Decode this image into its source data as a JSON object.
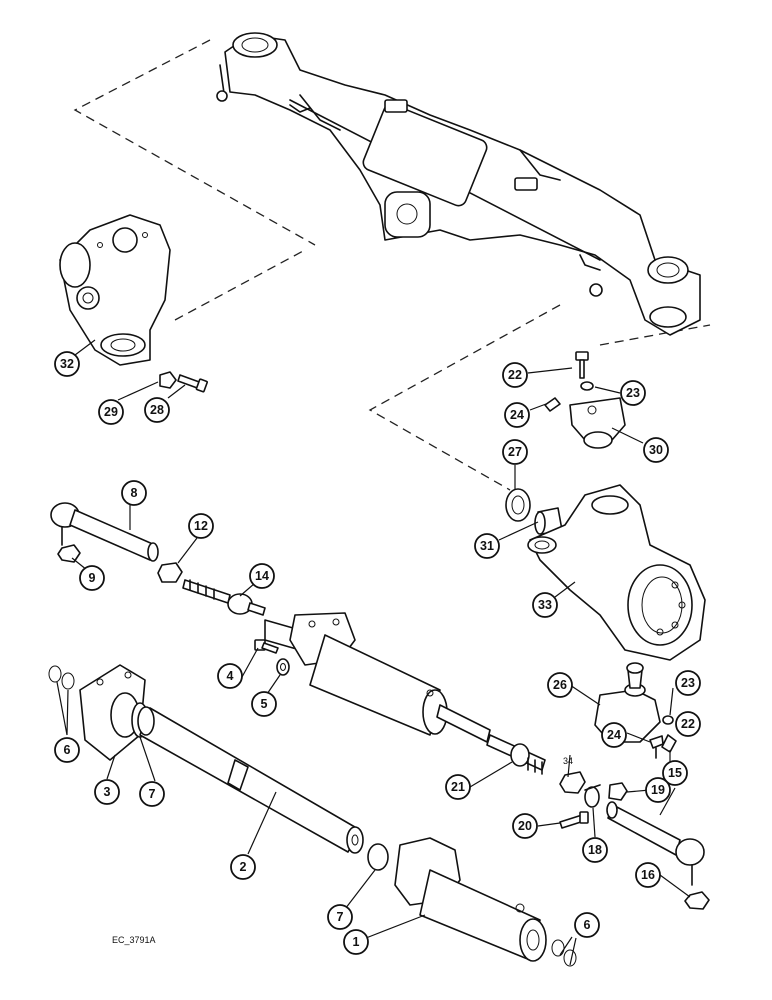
{
  "figure_ref": "EC_3791A",
  "callouts": [
    {
      "label": "1"
    },
    {
      "label": "2"
    },
    {
      "label": "3"
    },
    {
      "label": "4"
    },
    {
      "label": "5"
    },
    {
      "label": "6"
    },
    {
      "label": "7"
    },
    {
      "label": "8"
    },
    {
      "label": "9"
    },
    {
      "label": "12"
    },
    {
      "label": "14"
    },
    {
      "label": "15"
    },
    {
      "label": "16"
    },
    {
      "label": "18"
    },
    {
      "label": "19"
    },
    {
      "label": "20"
    },
    {
      "label": "21"
    },
    {
      "label": "22"
    },
    {
      "label": "23"
    },
    {
      "label": "24"
    },
    {
      "label": "26"
    },
    {
      "label": "27"
    },
    {
      "label": "28"
    },
    {
      "label": "29"
    },
    {
      "label": "30"
    },
    {
      "label": "31"
    },
    {
      "label": "32"
    },
    {
      "label": "33"
    },
    {
      "label": "6"
    },
    {
      "label": "7"
    },
    {
      "label": "22"
    },
    {
      "label": "23"
    },
    {
      "label": "24"
    }
  ],
  "free_labels": [
    {
      "label": "34"
    }
  ]
}
